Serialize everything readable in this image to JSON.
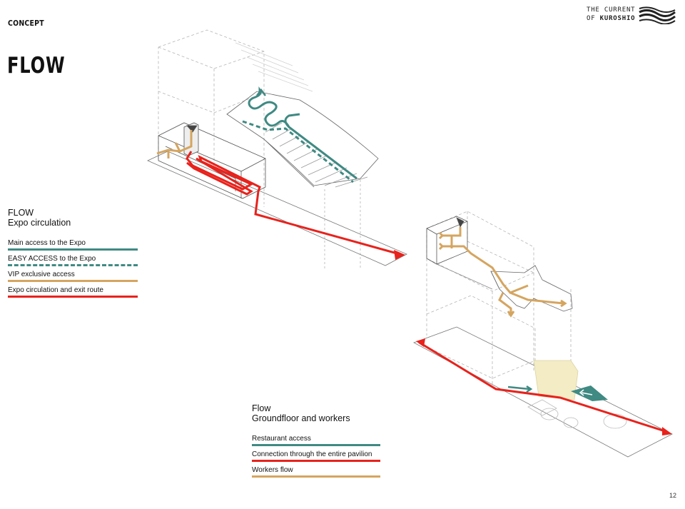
{
  "header": {
    "section_label": "CONCEPT",
    "title": "FLOW",
    "logo": {
      "line1": "THE CURRENT",
      "line2_prefix": "OF ",
      "line2_bold": "KUROSHIO"
    }
  },
  "legend_expo": {
    "title_line1": "FLOW",
    "title_line2": "Expo circulation",
    "items": [
      {
        "label": "Main access to the Expo",
        "color": "#3f8a83",
        "style": "solid"
      },
      {
        "label": "EASY ACCESS to the Expo",
        "color": "#3f8a83",
        "style": "dashed"
      },
      {
        "label": "VIP exclusive access",
        "color": "#d5a55f",
        "style": "solid"
      },
      {
        "label": "Expo circulation and exit route",
        "color": "#e8221c",
        "style": "solid"
      }
    ]
  },
  "legend_ground": {
    "title_line1": "Flow",
    "title_line2": "Groundfloor and workers",
    "items": [
      {
        "label": "Restaurant access",
        "color": "#3f8a83",
        "style": "solid"
      },
      {
        "label": "Connection through the entire pavilion",
        "color": "#e8221c",
        "style": "solid"
      },
      {
        "label": "Workers flow",
        "color": "#d5a55f",
        "style": "solid"
      }
    ]
  },
  "colors": {
    "teal": "#3f8a83",
    "red": "#e8221c",
    "gold": "#d5a55f",
    "outline": "#555555",
    "guide": "#b5b5b5"
  },
  "page_number": "12"
}
